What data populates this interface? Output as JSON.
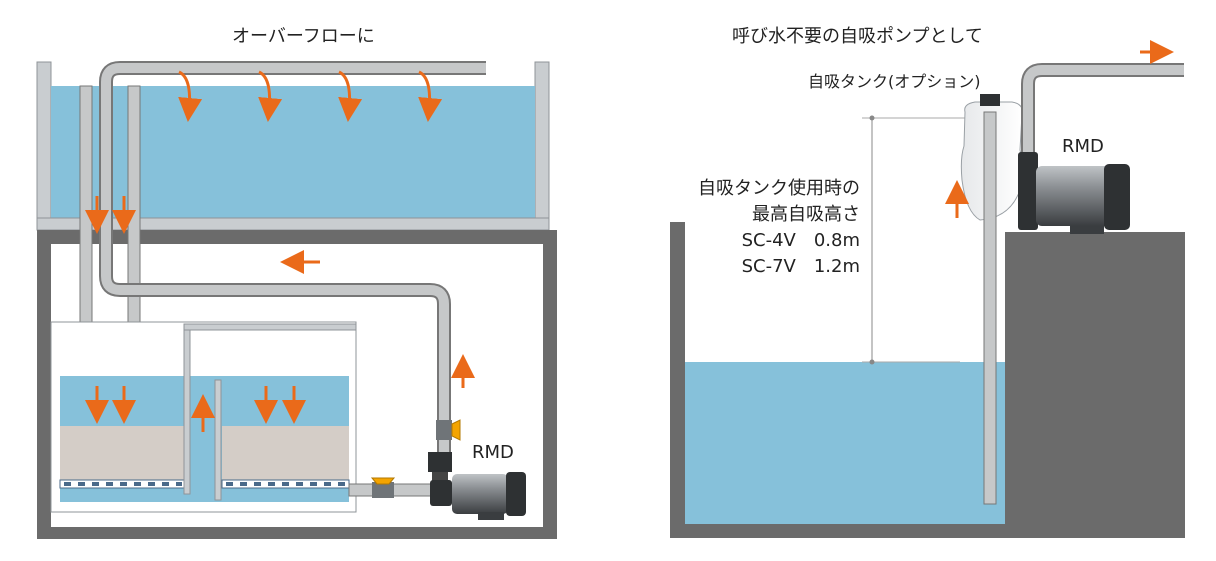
{
  "left_panel": {
    "heading": "オーバーフローに",
    "pump_label": "RMD"
  },
  "right_panel": {
    "heading": "呼び水不要の自吸ポンプとして",
    "tank_label": "自吸タンク(オプション)",
    "pump_label": "RMD",
    "spec_lines": [
      "自吸タンク使用時の",
      "最高自吸高さ",
      "SC-4V　0.8m",
      "SC-7V　1.2m"
    ]
  },
  "colors": {
    "water": "#86c1da",
    "gravel": "#d4cdc7",
    "concrete": "#6b6b6b",
    "pipe": "#c6c8c9",
    "pipe_edge": "#777777",
    "arrow": "#ea6a1a",
    "valve": "#f4a400"
  }
}
